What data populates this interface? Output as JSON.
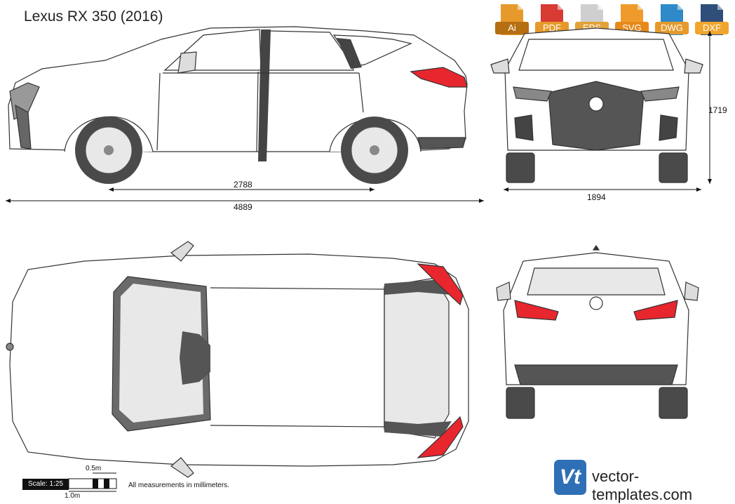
{
  "title": "Lexus RX 350 (2016)",
  "formats": [
    {
      "label": "Ai",
      "color": "#e69a2b"
    },
    {
      "label": "PDF",
      "color": "#d83a34"
    },
    {
      "label": "EPS",
      "color": "#e2a23a"
    },
    {
      "label": "SVG",
      "color": "#ee9b2b"
    },
    {
      "label": "DWG",
      "color": "#2f8ac9"
    },
    {
      "label": "DXF",
      "color": "#2f4f7a"
    }
  ],
  "dimensions": {
    "wheelbase": "2788",
    "length": "4889",
    "width": "1894",
    "height": "1719"
  },
  "scale": {
    "label": "Scale: 1:25",
    "half_meter": "0.5m",
    "one_meter": "1.0m"
  },
  "note": "All measurements in millimeters.",
  "brand": {
    "badge": "Vt",
    "site": "vector-templates.com"
  },
  "colors": {
    "light_red": "#e8262e",
    "glass": "#d9d9d9",
    "tire": "#4a4a4a",
    "outline": "#333333"
  }
}
